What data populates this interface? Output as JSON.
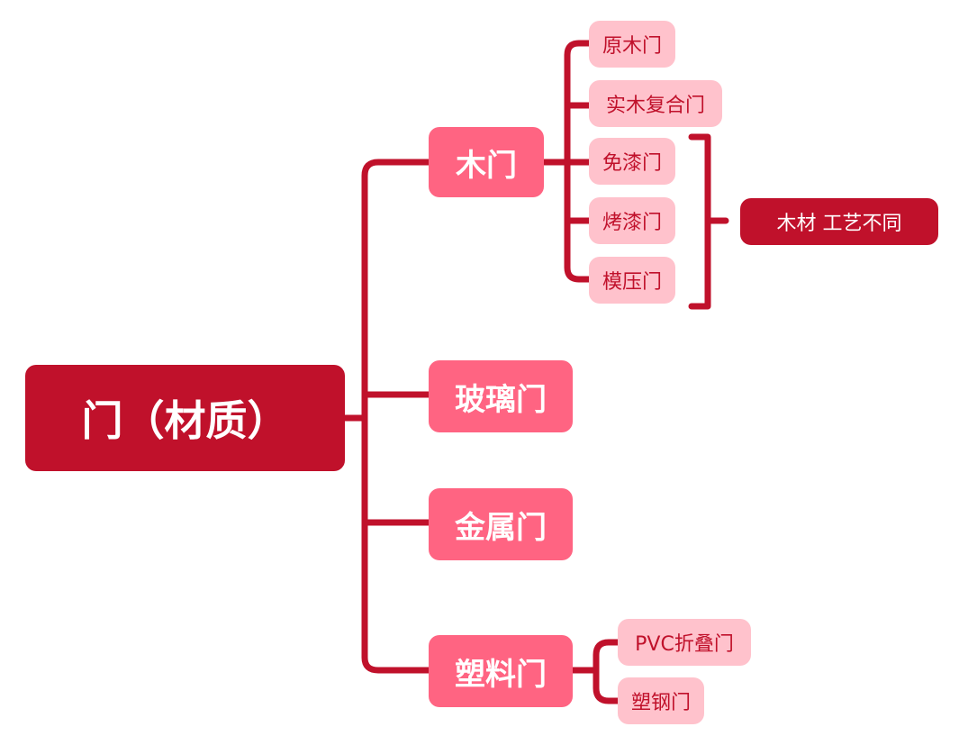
{
  "root": {
    "label": "门（材质）"
  },
  "branches": [
    {
      "label": "木门"
    },
    {
      "label": "玻璃门"
    },
    {
      "label": "金属门"
    },
    {
      "label": "塑料门"
    }
  ],
  "wood_children": [
    "原木门",
    "实木复合门",
    "免漆门",
    "烤漆门",
    "模压门"
  ],
  "plastic_children": [
    "PVC折叠门",
    "塑钢门"
  ],
  "note": {
    "label": "木材 工艺不同"
  },
  "colors": {
    "root": "#c0112b",
    "branch": "#ff6482",
    "leaf_bg": "#ffc2cc",
    "leaf_text": "#c0112b",
    "connector": "#c0112b"
  }
}
